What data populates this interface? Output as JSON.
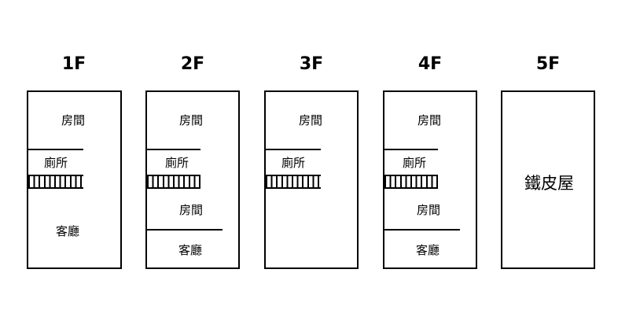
{
  "floors": [
    {
      "label": "1F",
      "rooms": {
        "top": "房間",
        "toilet": "廁所",
        "living": "客廳"
      }
    },
    {
      "label": "2F",
      "rooms": {
        "top": "房間",
        "toilet": "廁所",
        "middle": "房間",
        "living": "客廳"
      }
    },
    {
      "label": "3F",
      "rooms": {
        "top": "房間",
        "toilet": "廁所"
      }
    },
    {
      "label": "4F",
      "rooms": {
        "top": "房間",
        "toilet": "廁所",
        "middle": "房間",
        "living": "客廳"
      }
    },
    {
      "label": "5F",
      "rooms": {
        "main": "鐵皮屋"
      }
    }
  ],
  "colors": {
    "line": "#000000",
    "background": "#ffffff"
  }
}
